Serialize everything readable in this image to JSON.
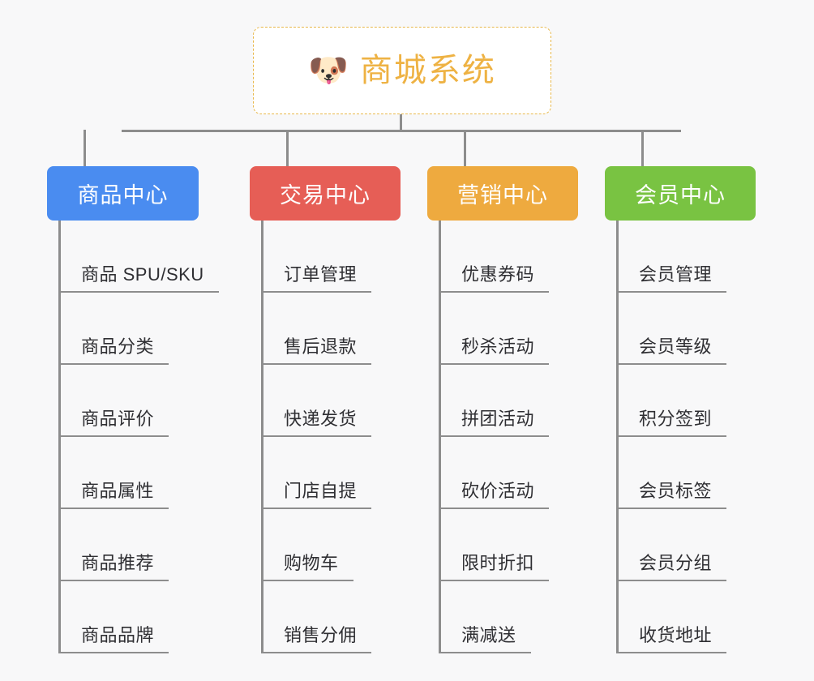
{
  "theme": {
    "background": "#f8f8f9",
    "line_color": "#8d8d8d",
    "root_border": "#e8b84b",
    "root_text": "#eeb243",
    "leaf_text": "#2f2f33"
  },
  "root": {
    "icon": "dog-face-emoji",
    "emoji": "🐶",
    "title": "商城系统"
  },
  "columns": [
    {
      "id": "product-center",
      "label": "商品中心",
      "color": "#4a8cf0",
      "items": [
        "商品 SPU/SKU",
        "商品分类",
        "商品评价",
        "商品属性",
        "商品推荐",
        "商品品牌"
      ]
    },
    {
      "id": "trade-center",
      "label": "交易中心",
      "color": "#e65e56",
      "items": [
        "订单管理",
        "售后退款",
        "快递发货",
        "门店自提",
        "购物车",
        "销售分佣"
      ]
    },
    {
      "id": "marketing-center",
      "label": "营销中心",
      "color": "#eeaa3f",
      "items": [
        "优惠券码",
        "秒杀活动",
        "拼团活动",
        "砍价活动",
        "限时折扣",
        "满减送"
      ]
    },
    {
      "id": "member-center",
      "label": "会员中心",
      "color": "#79c342",
      "items": [
        "会员管理",
        "会员等级",
        "积分签到",
        "会员标签",
        "会员分组",
        "收货地址"
      ]
    }
  ]
}
